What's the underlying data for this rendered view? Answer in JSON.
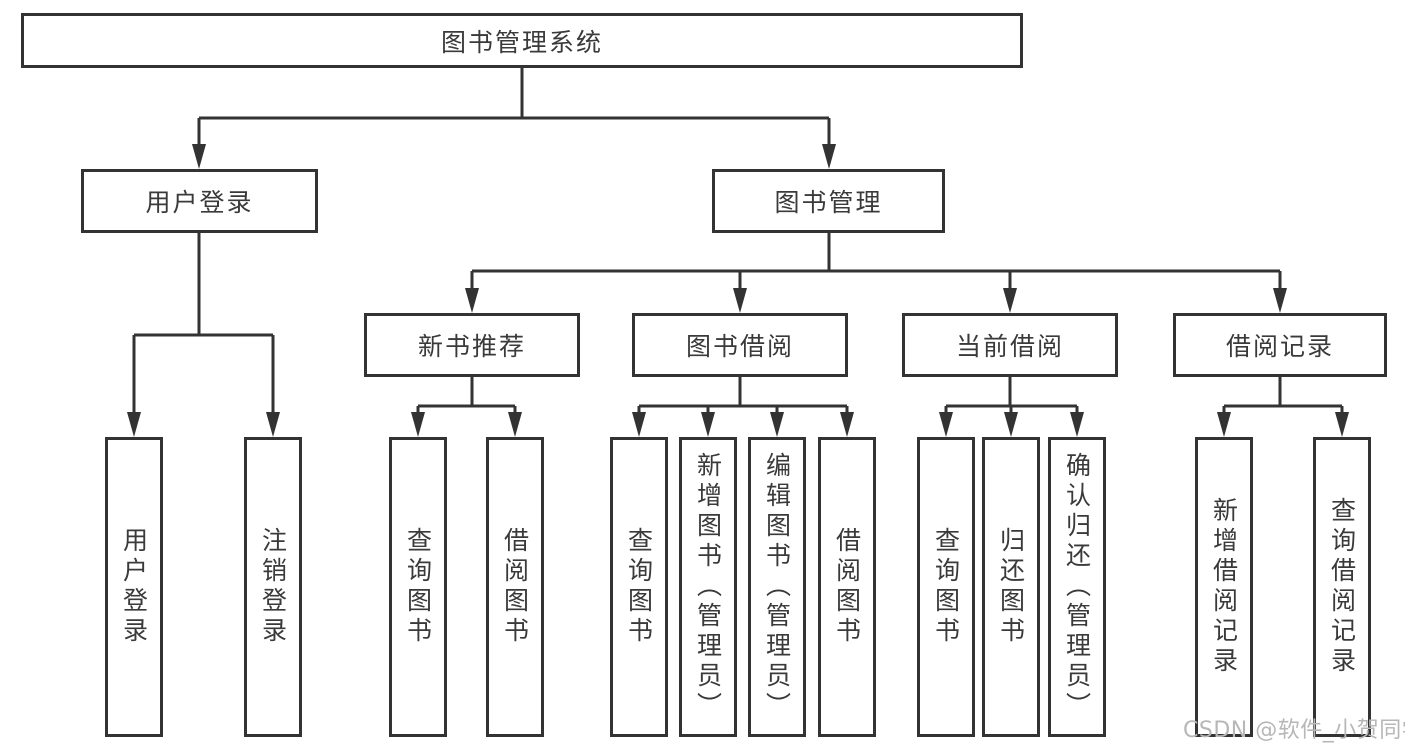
{
  "diagram": {
    "root": {
      "label": "图书管理系统"
    },
    "branches": {
      "login": {
        "label": "用户登录",
        "children": [
          {
            "label": "用户登录"
          },
          {
            "label": "注销登录"
          }
        ]
      },
      "mgmt": {
        "label": "图书管理",
        "groups": [
          {
            "label": "新书推荐",
            "children": [
              {
                "label": "查询图书"
              },
              {
                "label": "借阅图书"
              }
            ]
          },
          {
            "label": "图书借阅",
            "children": [
              {
                "label": "查询图书"
              },
              {
                "label": "新增图书（管理员）"
              },
              {
                "label": "编辑图书（管理员）"
              },
              {
                "label": "借阅图书"
              }
            ]
          },
          {
            "label": "当前借阅",
            "children": [
              {
                "label": "查询图书"
              },
              {
                "label": "归还图书"
              },
              {
                "label": "确认归还（管理员）"
              }
            ]
          },
          {
            "label": "借阅记录",
            "children": [
              {
                "label": "新增借阅记录"
              },
              {
                "label": "查询借阅记录"
              }
            ]
          }
        ]
      }
    },
    "watermark": "CSDN @软件_小贺同学",
    "colors": {
      "line": "#333333",
      "text": "#3a3a3a",
      "box_background": "#ffffff",
      "watermark": "#b7b7b7"
    }
  }
}
